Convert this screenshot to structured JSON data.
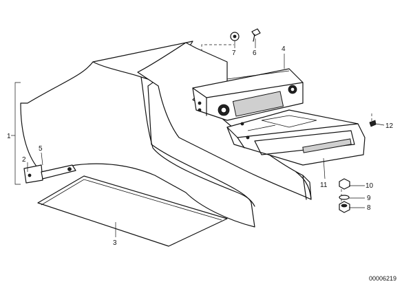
{
  "labels": {
    "l1": "1",
    "l2": "2",
    "l3": "3",
    "l4": "4",
    "l5": "5",
    "l6": "6",
    "l7": "7",
    "l8": "8",
    "l9": "9",
    "l10": "10",
    "l11": "11",
    "l12": "12"
  },
  "diagram_id": "00006219"
}
